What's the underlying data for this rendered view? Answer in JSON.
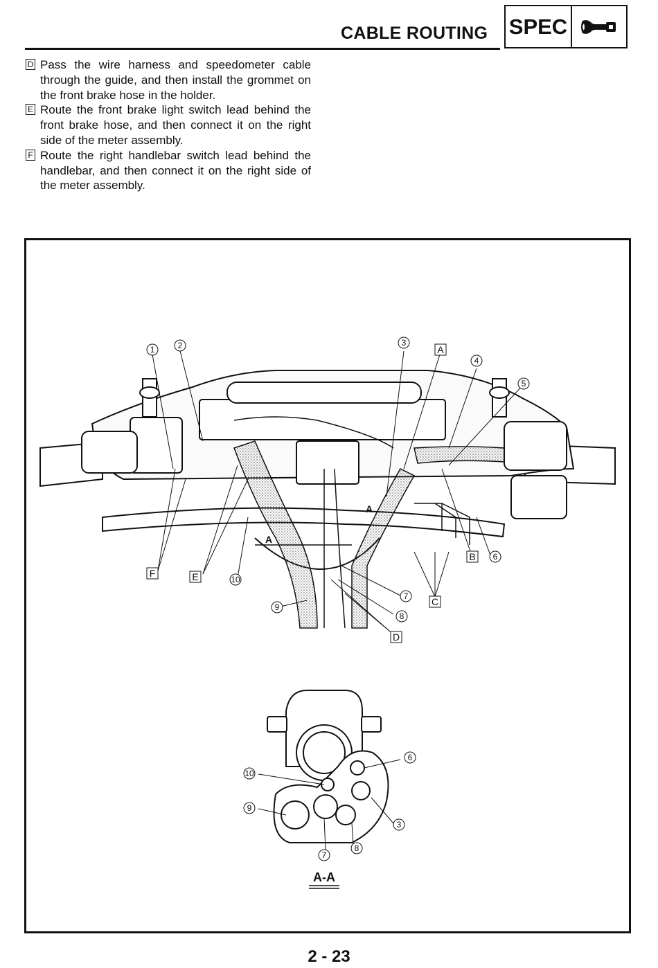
{
  "header": {
    "title": "CABLE ROUTING",
    "section_label": "SPEC",
    "section_icon": "wrench-icon"
  },
  "instructions": [
    {
      "mark": "D",
      "text": "Pass the wire harness and speedometer cable through the guide, and then install the grommet on the front brake hose in the holder."
    },
    {
      "mark": "E",
      "text": "Route the front brake light switch lead behind the front brake hose, and then connect it on the right side of the meter assembly."
    },
    {
      "mark": "F",
      "text": "Route the right handlebar switch lead behind the handlebar, and then connect it on the right side of the meter assembly."
    }
  ],
  "figure": {
    "callouts_top": [
      "1",
      "2",
      "3",
      "4",
      "5",
      "6",
      "7",
      "8",
      "9",
      "10"
    ],
    "letters_top": [
      "A",
      "B",
      "C",
      "D",
      "E",
      "F"
    ],
    "section_marks": [
      "A",
      "A"
    ],
    "callouts_section": [
      "6",
      "10",
      "3",
      "9",
      "8",
      "7"
    ],
    "section_label": "A-A"
  },
  "footer": {
    "page_number": "2 - 23"
  }
}
